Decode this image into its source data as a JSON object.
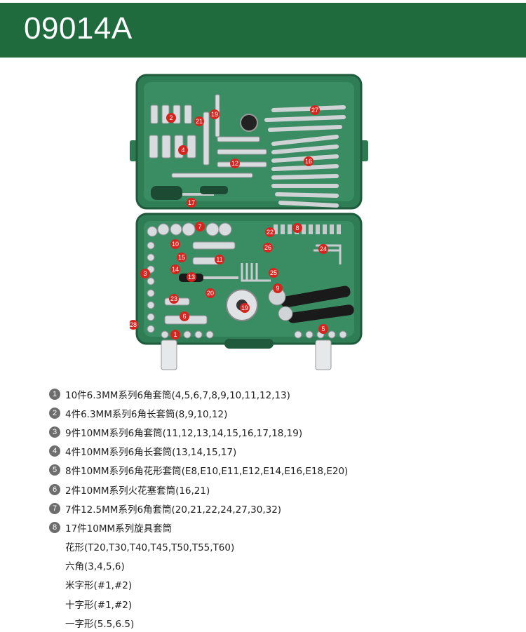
{
  "header": {
    "model": "09014A",
    "color": "#1f6b3e"
  },
  "callouts": [
    "1",
    "2",
    "3",
    "4",
    "5",
    "6",
    "7",
    "8",
    "9",
    "10",
    "11",
    "12",
    "13",
    "14",
    "15",
    "16",
    "17",
    "19",
    "20",
    "21",
    "22",
    "23",
    "24",
    "25",
    "26",
    "27",
    "28"
  ],
  "callout_color": "#d6251f",
  "legend": {
    "items": [
      {
        "num": "1",
        "text": "10件6.3MM系列6角套筒(4,5,6,7,8,9,10,11,12,13)"
      },
      {
        "num": "2",
        "text": "4件6.3MM系列6角长套筒(8,9,10,12)"
      },
      {
        "num": "3",
        "text": "9件10MM系列6角套筒(11,12,13,14,15,16,17,18,19)"
      },
      {
        "num": "4",
        "text": "4件10MM系列6角长套筒(13,14,15,17)"
      },
      {
        "num": "5",
        "text": "8件10MM系列6角花形套筒(E8,E10,E11,E12,E14,E16,E18,E20)"
      },
      {
        "num": "6",
        "text": "2件10MM系列火花塞套筒(16,21)"
      },
      {
        "num": "7",
        "text": "7件12.5MM系列6角套筒(20,21,22,24,27,30,32)"
      },
      {
        "num": "8",
        "text": "17件10MM系列旋具套筒"
      }
    ],
    "sub_items": [
      "花形(T20,T30,T40,T45,T50,T55,T60)",
      "六角(3,4,5,6)",
      "米字形(#1,#2)",
      "十字形(#1,#2)",
      "一字形(5.5,6.5)"
    ]
  }
}
